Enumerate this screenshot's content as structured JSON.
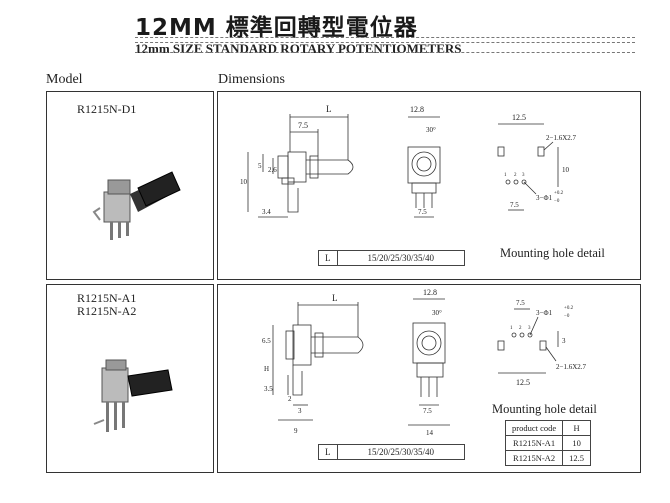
{
  "header": {
    "title": "12MM 標準回轉型電位器",
    "subtitle": "12mm SIZE STANDARD ROTARY  POTENTIOMETERS"
  },
  "columns": {
    "model": "Model",
    "dimensions": "Dimensions"
  },
  "section1": {
    "model": "R1215N-D1",
    "dims": {
      "L": "L",
      "d75": "7.5",
      "d128": "12.8",
      "d30": "30°",
      "d5": "5",
      "d26": "2.6",
      "d10": "10",
      "d34": "3.4",
      "d75b": "7.5"
    },
    "mounting": {
      "d125": "12.5",
      "hole2": "2−1.6X2.7",
      "d10": "10",
      "pins": [
        "1",
        "2",
        "3"
      ],
      "hole3": "3−Φ1",
      "tol": "+0.2",
      "tol2": "−0",
      "d75": "7.5",
      "label": "Mounting hole detail"
    },
    "table": {
      "key": "L",
      "value": "15/20/25/30/35/40"
    }
  },
  "section2": {
    "models": [
      "R1215N-A1",
      "R1215N-A2"
    ],
    "dims": {
      "L": "L",
      "d65": "6.5",
      "H": "H",
      "d35": "3.5",
      "d3": "3",
      "d2": "2",
      "d9": "9",
      "d128": "12.8",
      "d30": "30°",
      "d75": "7.5",
      "d14": "14"
    },
    "mounting": {
      "d75": "7.5",
      "hole3": "3−Φ1",
      "tol": "+0.2",
      "tol2": "−0",
      "pins": [
        "1",
        "2",
        "3"
      ],
      "d3": "3",
      "hole2": "2−1.6X2.7",
      "d125": "12.5",
      "label": "Mounting hole detail"
    },
    "table": {
      "key": "L",
      "value": "15/20/25/30/35/40"
    },
    "product_table": {
      "headers": [
        "product code",
        "H"
      ],
      "rows": [
        [
          "R1215N-A1",
          "10"
        ],
        [
          "R1215N-A2",
          "12.5"
        ]
      ]
    }
  }
}
